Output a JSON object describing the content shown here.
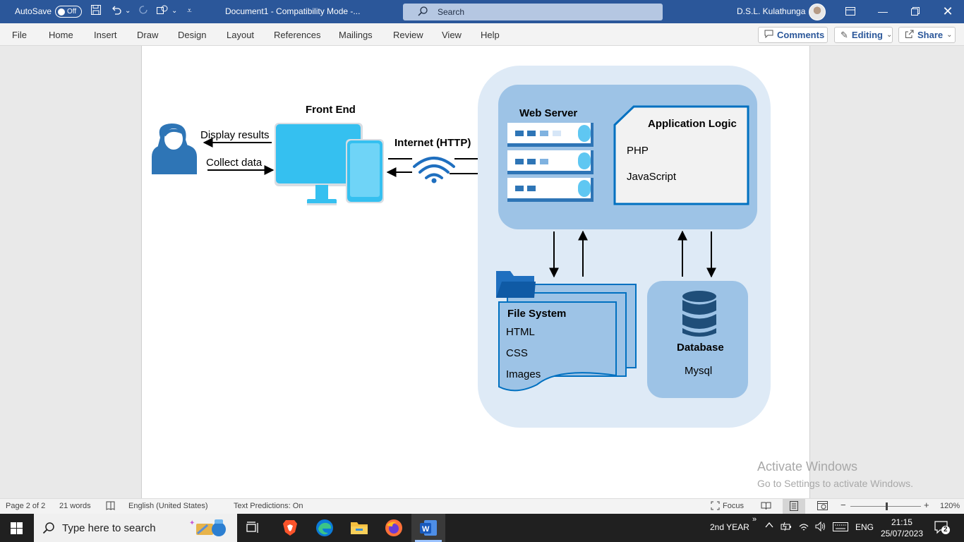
{
  "titlebar": {
    "autosave_label": "AutoSave",
    "autosave_state": "Off",
    "doc_title": "Document1  -  Compatibility Mode  -...",
    "search_placeholder": "Search",
    "user_name": "D.S.L. Kulathunga",
    "accent_color": "#2b579a"
  },
  "ribbon": {
    "tabs": [
      "File",
      "Home",
      "Insert",
      "Draw",
      "Design",
      "Layout",
      "References",
      "Mailings",
      "Review",
      "View",
      "Help"
    ],
    "comments_label": "Comments",
    "editing_label": "Editing",
    "share_label": "Share"
  },
  "diagram": {
    "front_end_title": "Front End",
    "display_results": "Display results",
    "collect_data": "Collect data",
    "internet_label": "Internet (HTTP)",
    "web_server_title": "Web Server",
    "app_logic_title": "Application Logic",
    "app_logic_items": [
      "PHP",
      "JavaScript"
    ],
    "file_system_title": "File System",
    "file_system_items": [
      "HTML",
      "CSS",
      "Images"
    ],
    "database_title": "Database",
    "database_item": "Mysql"
  },
  "watermark": {
    "line1": "Activate Windows",
    "line2": "Go to Settings to activate Windows."
  },
  "statusbar": {
    "page": "Page 2 of 2",
    "words": "21 words",
    "language": "English (United States)",
    "predictions": "Text Predictions: On",
    "focus": "Focus",
    "zoom": "120%"
  },
  "taskbar": {
    "search_placeholder": "Type here to search",
    "year_label": "2nd YEAR",
    "lang": "ENG",
    "time": "21:15",
    "date": "25/07/2023",
    "notifications": "2"
  }
}
